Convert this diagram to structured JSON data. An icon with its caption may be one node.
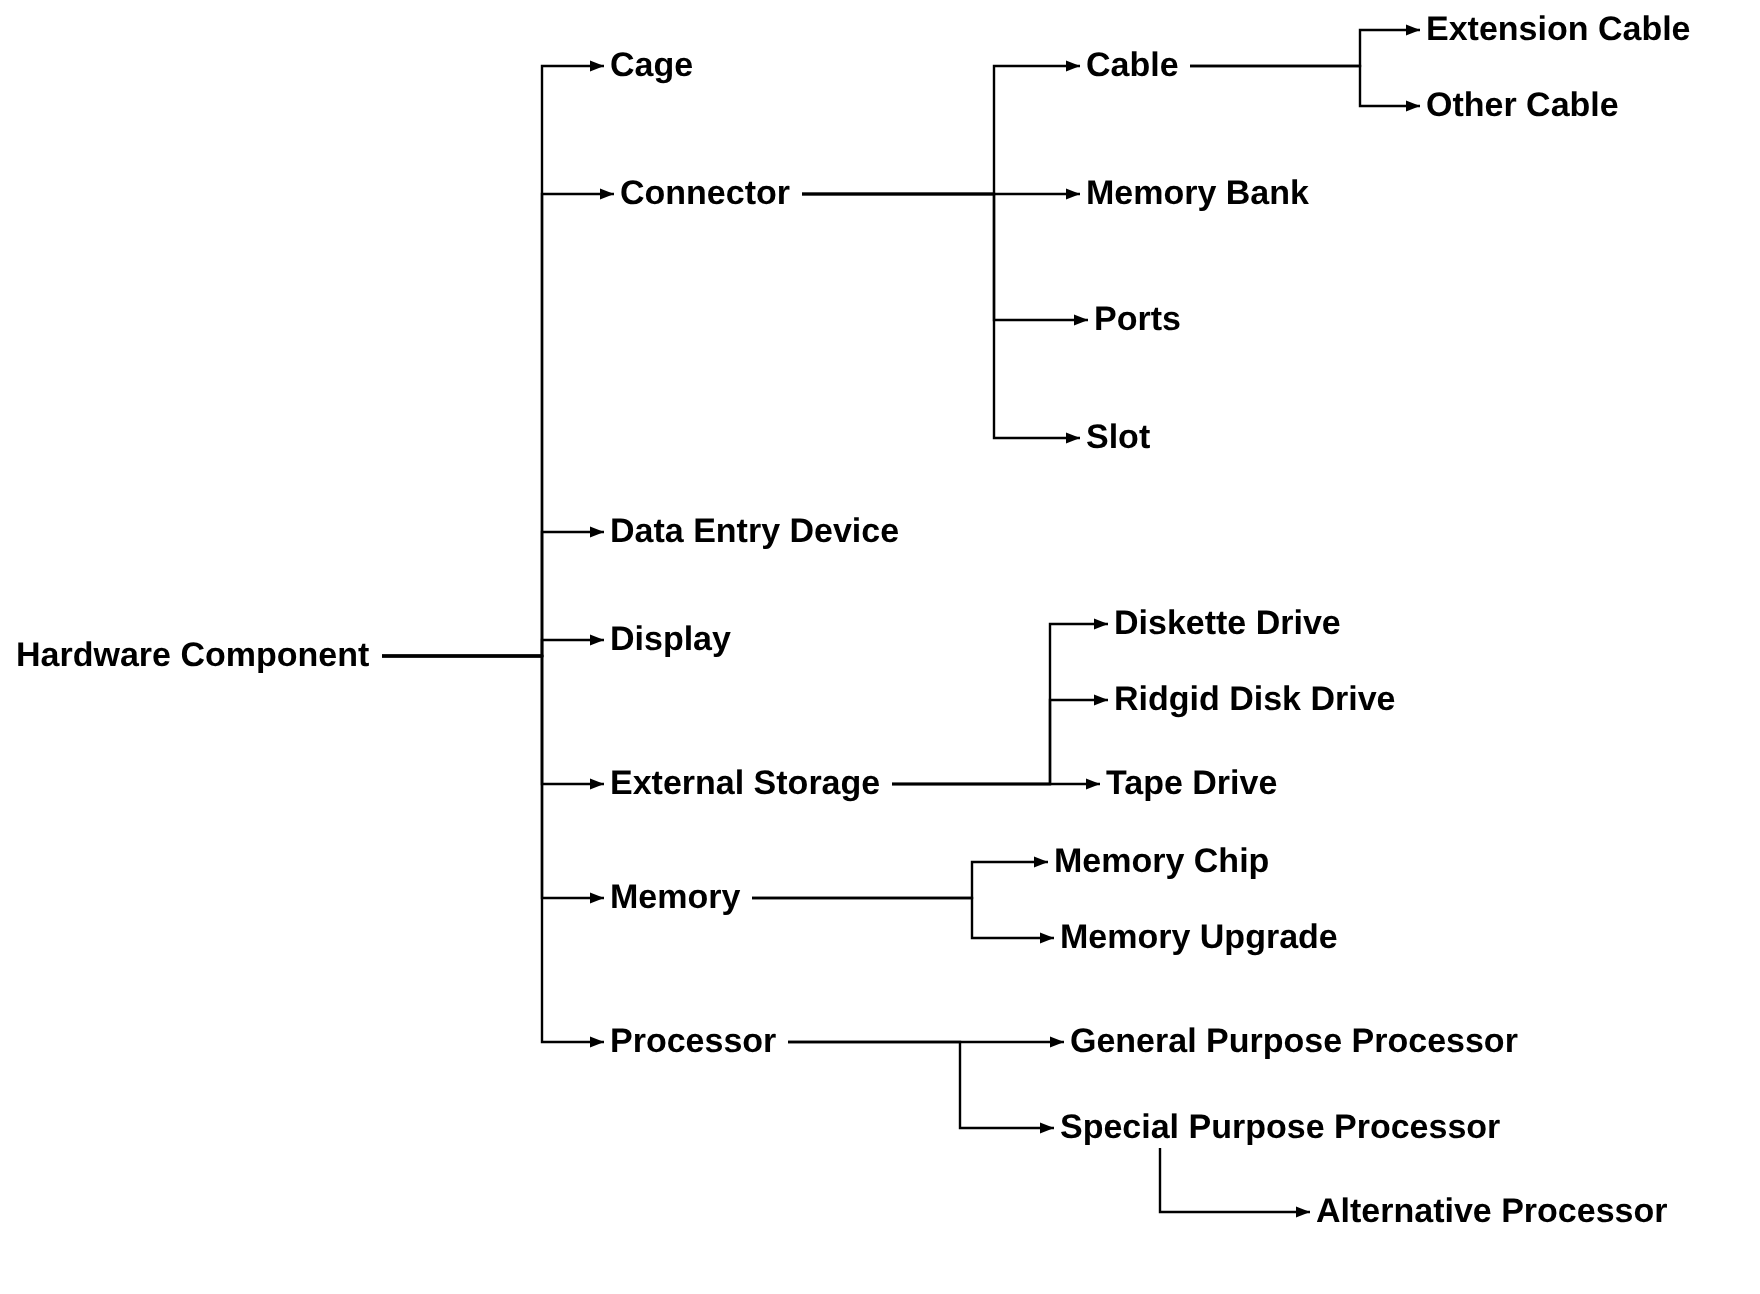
{
  "diagram": {
    "nodes": [
      {
        "text": [
          "Hardware Component"
        ]
      },
      {
        "text": [
          "Cage"
        ]
      },
      {
        "text": [
          "Connector"
        ]
      },
      {
        "text": [
          "Cable"
        ]
      },
      {
        "text": [
          "Extension Cable"
        ]
      },
      {
        "text": [
          "Other Cable"
        ]
      },
      {
        "text": [
          "Memory Bank"
        ]
      },
      {
        "text": [
          "Ports"
        ]
      },
      {
        "text": [
          "Slot"
        ]
      },
      {
        "text": [
          "Data Entry Device"
        ]
      },
      {
        "text": [
          "Display"
        ]
      },
      {
        "text": [
          "External Storage"
        ]
      },
      {
        "text": [
          "Diskette Drive"
        ]
      },
      {
        "text": [
          "Ridgid Disk Drive"
        ]
      },
      {
        "text": [
          "Tape Drive"
        ]
      },
      {
        "text": [
          "Memory"
        ]
      },
      {
        "text": [
          "Memory Chip"
        ]
      },
      {
        "text": [
          "Memory Upgrade"
        ]
      },
      {
        "text": [
          "Processor"
        ]
      },
      {
        "text": [
          "General Purpose Processor"
        ]
      },
      {
        "text": [
          "Special Purpose Processor"
        ]
      },
      {
        "text": [
          "Alternative Processor"
        ]
      }
    ],
    "edges": [
      {
        "from": 0,
        "to": 1,
        "arrow": "to"
      },
      {
        "from": 0,
        "to": 2,
        "arrow": "to"
      },
      {
        "from": 2,
        "to": 3,
        "arrow": "to"
      },
      {
        "from": 3,
        "to": 4,
        "arrow": "to"
      },
      {
        "from": 3,
        "to": 5,
        "arrow": "to"
      },
      {
        "from": 2,
        "to": 6,
        "arrow": "to"
      },
      {
        "from": 2,
        "to": 7,
        "arrow": "to"
      },
      {
        "from": 2,
        "to": 8,
        "arrow": "to"
      },
      {
        "from": 0,
        "to": 9,
        "arrow": "to"
      },
      {
        "from": 0,
        "to": 10,
        "arrow": "to"
      },
      {
        "from": 0,
        "to": 11,
        "arrow": "to"
      },
      {
        "from": 11,
        "to": 12,
        "arrow": "to"
      },
      {
        "from": 11,
        "to": 13,
        "arrow": "to"
      },
      {
        "from": 11,
        "to": 14,
        "arrow": "to"
      },
      {
        "from": 0,
        "to": 15,
        "arrow": "to"
      },
      {
        "from": 15,
        "to": 16,
        "arrow": "to"
      },
      {
        "from": 15,
        "to": 17,
        "arrow": "to"
      },
      {
        "from": 0,
        "to": 18,
        "arrow": "to"
      },
      {
        "from": 18,
        "to": 19,
        "arrow": "to"
      },
      {
        "from": 18,
        "to": 20,
        "arrow": "to"
      },
      {
        "from": 20,
        "to": 21,
        "arrow": "to"
      }
    ]
  }
}
